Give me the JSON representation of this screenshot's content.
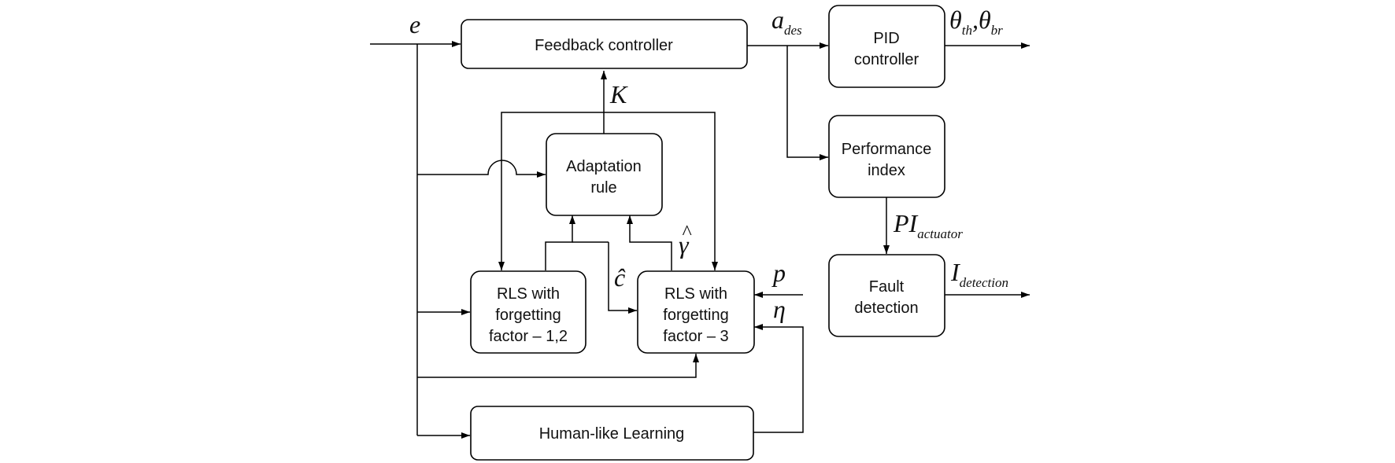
{
  "blocks": {
    "feedback_controller": "Feedback controller",
    "pid_controller": [
      "PID",
      "controller"
    ],
    "performance_index": [
      "Performance",
      "index"
    ],
    "fault_detection": [
      "Fault",
      "detection"
    ],
    "adaptation_rule": [
      "Adaptation",
      "rule"
    ],
    "rls_12": [
      "RLS with",
      "forgetting",
      "factor – 1,2"
    ],
    "rls_3": [
      "RLS with",
      "forgetting",
      "factor – 3"
    ],
    "human_learning": "Human-like Learning"
  },
  "signals": {
    "e": "e",
    "a_des": {
      "base": "a",
      "sub": "des"
    },
    "theta": {
      "b1": "θ",
      "s1": "th",
      "comma": ",",
      "b2": "θ",
      "s2": "br"
    },
    "K": "K",
    "c_hat": "ĉ",
    "gamma_hat": {
      "base": "γ",
      "hat": "^"
    },
    "p": "p",
    "eta": "η",
    "PI": {
      "base": "PI",
      "sub": "actuator"
    },
    "I": {
      "base": "I",
      "sub": "detection"
    }
  }
}
